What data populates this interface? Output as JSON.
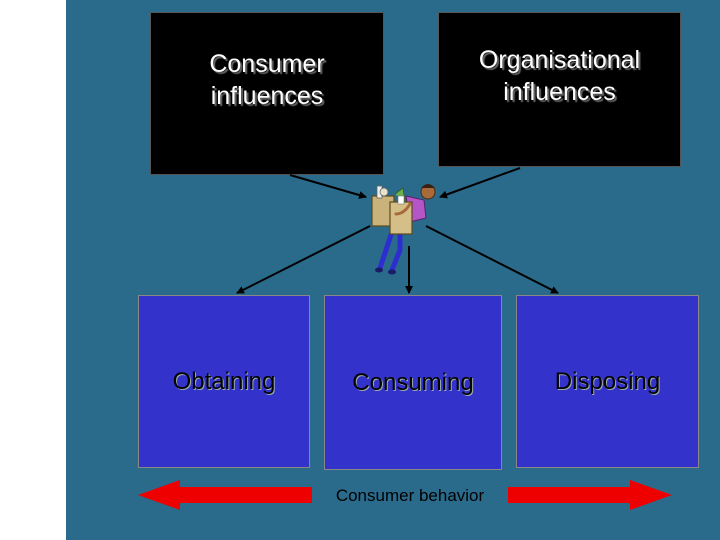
{
  "influences": {
    "consumer": "Consumer influences",
    "organisational": "Organisational influences"
  },
  "activities": {
    "obtaining": "Obtaining",
    "consuming": "Consuming",
    "disposing": "Disposing"
  },
  "bottom_label": "Consumer behavior",
  "colors": {
    "background": "#2a6b8c",
    "influence_box": "#000000",
    "activity_box": "#3333cc",
    "double_arrow": "#ee0000",
    "connector": "#000000"
  },
  "icons": {
    "center": "shopper-carrying-bags-icon"
  }
}
